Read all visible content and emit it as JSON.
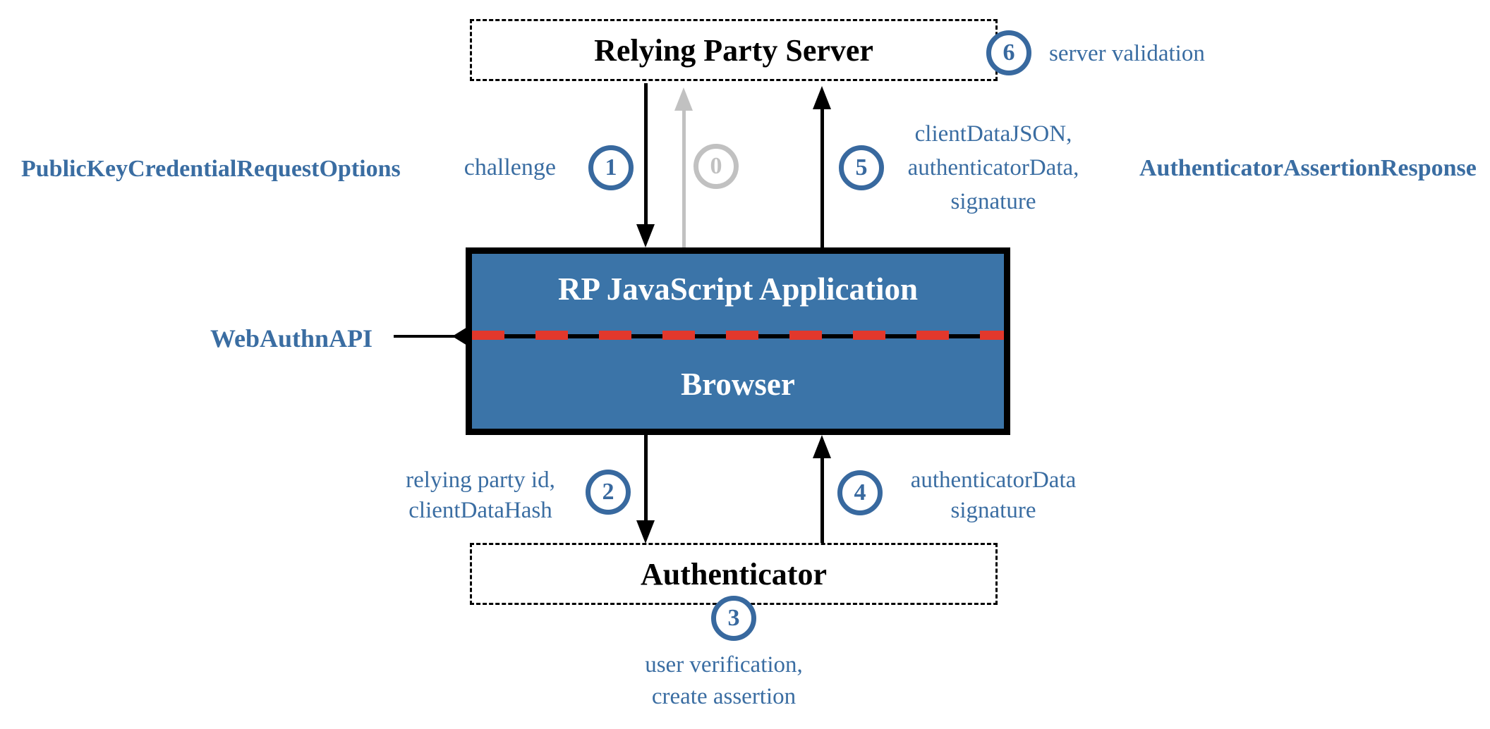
{
  "colors": {
    "box_fill_blue": "#3b74a8",
    "accent_blue": "#38699f",
    "text_blue": "#3a6da2",
    "dash_red": "#e2382c",
    "inactive_gray": "#c1c1c1",
    "line_black": "#000000",
    "background": "#ffffff"
  },
  "boxes": {
    "relying_party_server": "Relying Party Server",
    "rp_js_application": "RP JavaScript Application",
    "browser": "Browser",
    "authenticator": "Authenticator"
  },
  "side_labels": {
    "request_options": "PublicKeyCredentialRequestOptions",
    "assertion_response": "AuthenticatorAssertionResponse",
    "webauthn_api": "WebAuthnAPI"
  },
  "steps": [
    {
      "num": "0",
      "lines": [],
      "state": "inactive"
    },
    {
      "num": "1",
      "lines": [
        "challenge"
      ],
      "state": "active"
    },
    {
      "num": "2",
      "lines": [
        "relying party id,",
        "clientDataHash"
      ],
      "state": "active"
    },
    {
      "num": "3",
      "lines": [
        "user verification,",
        "create assertion"
      ],
      "state": "active"
    },
    {
      "num": "4",
      "lines": [
        "authenticatorData",
        "signature"
      ],
      "state": "active"
    },
    {
      "num": "5",
      "lines": [
        "clientDataJSON,",
        "authenticatorData,",
        "signature"
      ],
      "state": "active"
    },
    {
      "num": "6",
      "lines": [
        "server validation"
      ],
      "state": "active"
    }
  ]
}
